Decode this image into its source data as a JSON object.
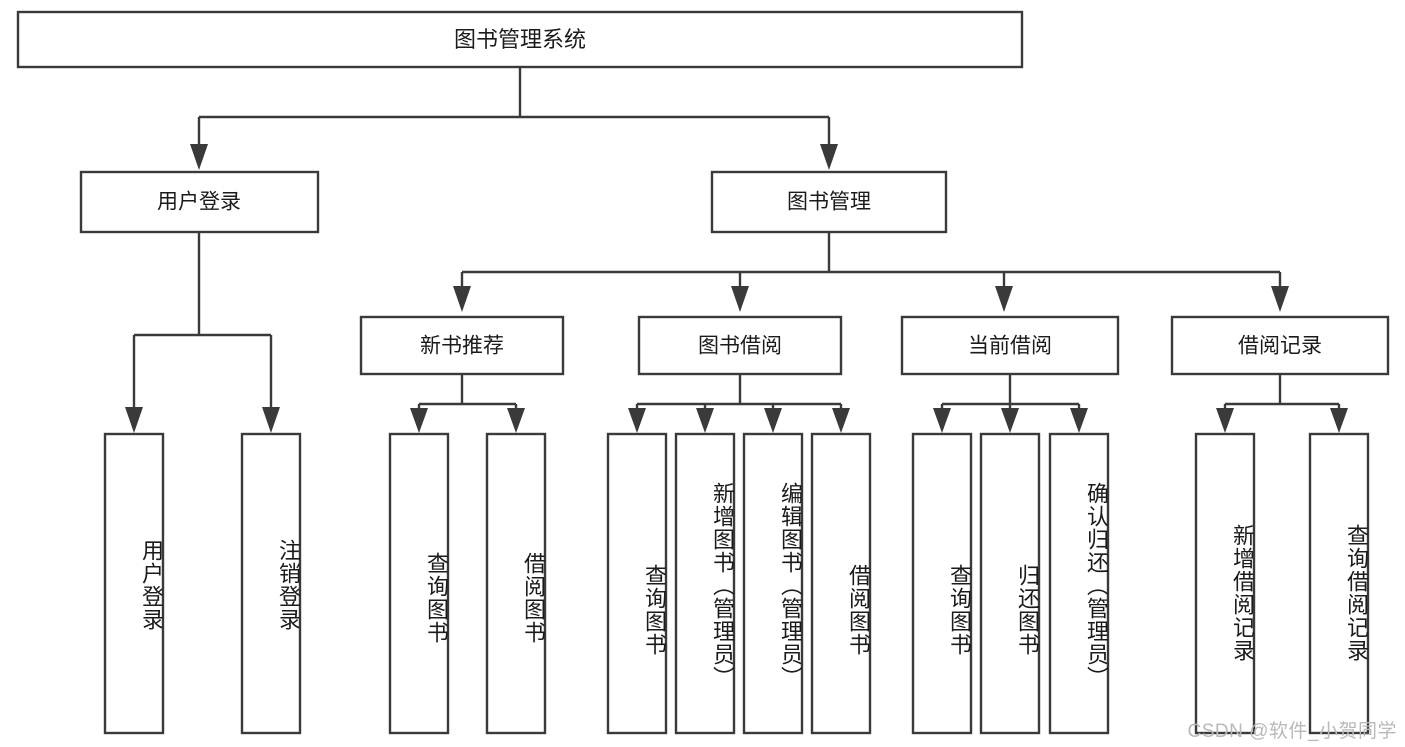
{
  "diagram": {
    "type": "tree-hierarchy",
    "title": "图书管理系统",
    "watermark": "CSDN @软件_小贺同学",
    "colors": {
      "stroke": "#3a3a3a",
      "fill": "#ffffff",
      "text": "#1b1b1b",
      "background": "#ffffff",
      "watermark": "#b9b9b9"
    },
    "levels": {
      "root": {
        "label": "图书管理系统"
      },
      "level2": [
        {
          "label": "用户登录"
        },
        {
          "label": "图书管理"
        }
      ],
      "level3": [
        {
          "label": "新书推荐"
        },
        {
          "label": "图书借阅"
        },
        {
          "label": "当前借阅"
        },
        {
          "label": "借阅记录"
        }
      ]
    },
    "leaves": {
      "user_login": [
        {
          "label": "用户登录"
        },
        {
          "label": "注销登录"
        }
      ],
      "new_book_recommend": [
        {
          "label": "查询图书"
        },
        {
          "label": "借阅图书"
        }
      ],
      "book_borrow": [
        {
          "label": "查询图书"
        },
        {
          "label": "新增图书（管理员）"
        },
        {
          "label": "编辑图书（管理员）"
        },
        {
          "label": "借阅图书"
        }
      ],
      "current_borrow": [
        {
          "label": "查询图书"
        },
        {
          "label": "归还图书"
        },
        {
          "label": "确认归还（管理员）"
        }
      ],
      "borrow_record": [
        {
          "label": "新增借阅记录"
        },
        {
          "label": "查询借阅记录"
        }
      ]
    }
  }
}
